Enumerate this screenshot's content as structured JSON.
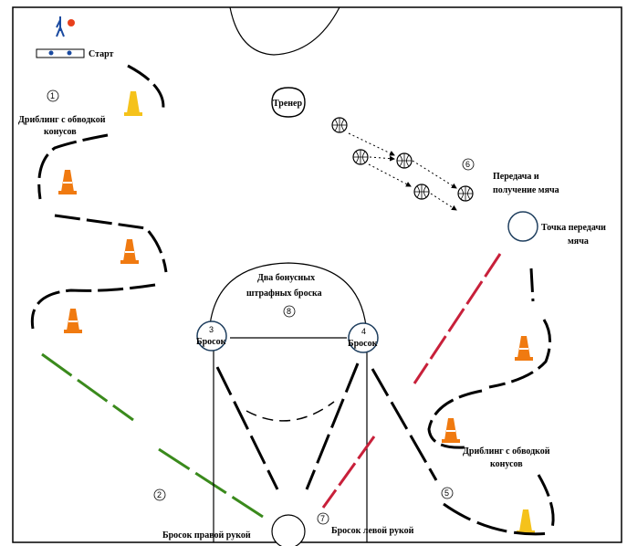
{
  "labels": {
    "start": "Старт",
    "dribble_top_1": "Дриблинг с обводкой",
    "dribble_top_2": "конусов",
    "coach": "Тренер",
    "pass_1": "Передача и",
    "pass_2": "получение мяча",
    "pass_point_1": "Точка передачи",
    "pass_point_2": "мяча",
    "bonus_1": "Два бонусных",
    "bonus_2": "штрафных броска",
    "shot_a": "Бросок",
    "shot_b": "Бросок",
    "dribble_bottom_1": "Дриблинг с обводкой",
    "dribble_bottom_2": "конусов",
    "right_hand": "Бросок правой рукой",
    "left_hand": "Бросок левой рукой"
  },
  "numbers": {
    "n1": "1",
    "n2": "2",
    "n3": "3",
    "n4": "4",
    "n5": "5",
    "n6": "6",
    "n7": "7",
    "n8": "8"
  },
  "colors": {
    "line": "#000000",
    "cone": "#f07a10",
    "cone_yellow": "#f5c21b",
    "circle": "#1f3f5f",
    "green_path": "#3a8a1c",
    "red_path": "#c8203a",
    "ball_accent": "#e8401c"
  },
  "icons": {
    "player": "player-with-ball-icon",
    "cone": "traffic-cone-icon",
    "ball": "basketball-icon",
    "bench": "start-bench-icon"
  }
}
